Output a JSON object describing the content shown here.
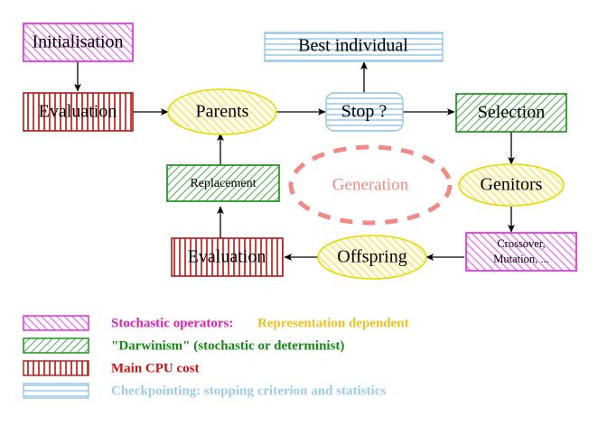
{
  "diagram": {
    "title": "Evolutionary algorithm cycle",
    "nodes": [
      {
        "id": "initialisation",
        "label": "Initialisation",
        "shape": "rect",
        "style": "stochastic"
      },
      {
        "id": "evaluation_top",
        "label": "Evaluation",
        "shape": "rect",
        "style": "cpu"
      },
      {
        "id": "parents",
        "label": "Parents",
        "shape": "ellipse",
        "style": "yellow"
      },
      {
        "id": "best_individual",
        "label": "Best individual",
        "shape": "rect",
        "style": "checkpoint"
      },
      {
        "id": "stop",
        "label": "Stop ?",
        "shape": "rounded-rect",
        "style": "checkpoint"
      },
      {
        "id": "selection",
        "label": "Selection",
        "shape": "rect",
        "style": "darwinism"
      },
      {
        "id": "genitors",
        "label": "Genitors",
        "shape": "ellipse",
        "style": "yellow"
      },
      {
        "id": "crossover_mutation",
        "label": "Crossover, Mutation, ...",
        "label_line1": "Crossover,",
        "label_line2": "Mutation, ...",
        "shape": "rect",
        "style": "stochastic"
      },
      {
        "id": "offspring",
        "label": "Offspring",
        "shape": "ellipse",
        "style": "yellow"
      },
      {
        "id": "evaluation_bottom",
        "label": "Evaluation",
        "shape": "rect",
        "style": "cpu"
      },
      {
        "id": "replacement",
        "label": "Replacement",
        "shape": "rect",
        "style": "darwinism"
      },
      {
        "id": "generation",
        "label": "Generation",
        "shape": "dashed-ellipse",
        "style": "generation"
      }
    ],
    "edges": [
      {
        "from": "initialisation",
        "to": "evaluation_top"
      },
      {
        "from": "evaluation_top",
        "to": "parents"
      },
      {
        "from": "parents",
        "to": "stop"
      },
      {
        "from": "stop",
        "to": "best_individual"
      },
      {
        "from": "stop",
        "to": "selection"
      },
      {
        "from": "selection",
        "to": "genitors"
      },
      {
        "from": "genitors",
        "to": "crossover_mutation"
      },
      {
        "from": "crossover_mutation",
        "to": "offspring"
      },
      {
        "from": "offspring",
        "to": "evaluation_bottom"
      },
      {
        "from": "evaluation_bottom",
        "to": "replacement"
      },
      {
        "from": "replacement",
        "to": "parents"
      }
    ]
  },
  "legend": {
    "rows": [
      {
        "swatch": "stochastic",
        "text": "Stochastic operators:",
        "text_color": "#e020b0",
        "extra_text": "Representation dependent",
        "extra_color": "#f0c020"
      },
      {
        "swatch": "darwinism",
        "text": "\"Darwinism\" (stochastic or determinist)",
        "text_color": "#138a13",
        "extra_text": "",
        "extra_color": ""
      },
      {
        "swatch": "cpu",
        "text": "Main CPU cost",
        "text_color": "#cc1111",
        "extra_text": "",
        "extra_color": ""
      },
      {
        "swatch": "checkpoint",
        "text": "Checkpointing: stopping criterion and statistics",
        "text_color": "#9ecbe8",
        "extra_text": "",
        "extra_color": ""
      }
    ]
  },
  "colors": {
    "stochastic_border": "#e020e0",
    "stochastic_fill": "#f2cdf2",
    "darwinism_border": "#138a13",
    "darwinism_fill": "#bfe2bf",
    "cpu_border": "#b01818",
    "cpu_fill": "#f0b8b8",
    "checkpoint_border": "#93c6e3",
    "checkpoint_fill": "#bcdcef",
    "yellow_border": "#e8d800",
    "yellow_fill": "#f2e9a8",
    "generation": "#ef8b84",
    "arrow": "#000000",
    "background": "#ffffff"
  }
}
